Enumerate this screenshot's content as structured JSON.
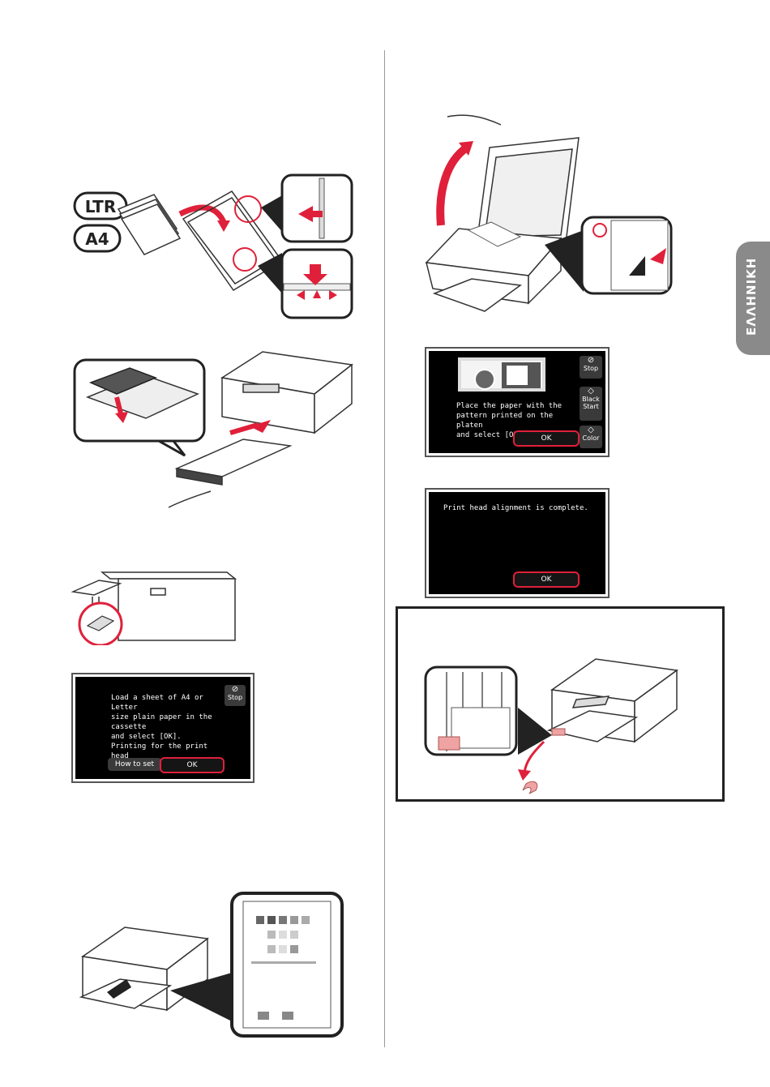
{
  "language_tab": "ΕΛΛΗΝΙΚΗ",
  "paper_labels": {
    "ltr": "LTR",
    "a4": "A4"
  },
  "screen_load_paper": {
    "message": "Load a sheet of A4 or Letter\nsize plain paper in the cassette\nand select [OK].\nPrinting for the print head\nalignment will start.",
    "stop_label": "Stop",
    "howto_label": "How to set",
    "ok_label": "OK"
  },
  "screen_place_paper": {
    "message": "Place the paper with the\npattern printed on the platen\nand select [OK].",
    "stop_label": "Stop",
    "black_label": "Black",
    "start_label": "Start",
    "color_label": "Color",
    "ok_label": "OK"
  },
  "screen_complete": {
    "message": "Print head alignment is complete.",
    "ok_label": "OK"
  },
  "colors": {
    "accent_red": "#e0203a",
    "tab_gray": "#8a8a8a",
    "tape_pink": "#f0a3a3"
  }
}
